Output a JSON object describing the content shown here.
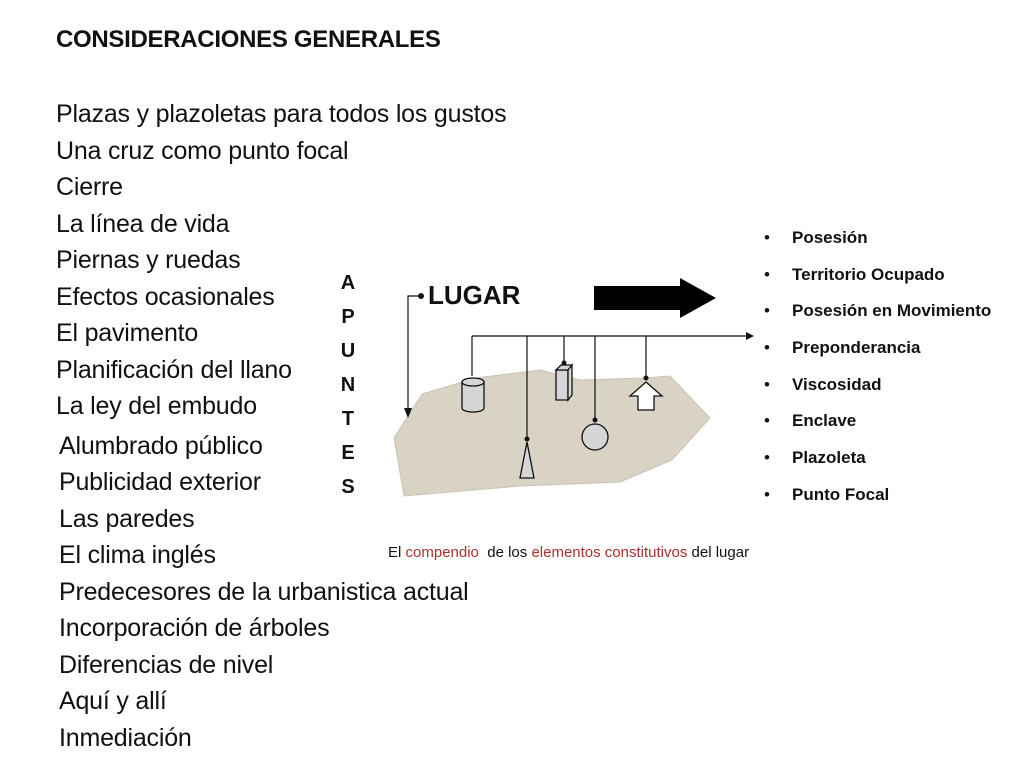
{
  "title": "CONSIDERACIONES GENERALES",
  "topics_upper": [
    "Plazas y plazoletas para todos los gustos",
    "Una cruz como punto focal",
    "Cierre",
    "La línea de vida",
    "Piernas y ruedas",
    "Efectos ocasionales",
    "El pavimento",
    "Planificación del llano",
    "La ley del embudo"
  ],
  "topics_lower": [
    "Alumbrado público",
    "Publicidad exterior",
    "Las paredes",
    "El clima inglés",
    "Predecesores de la urbanistica actual",
    "Incorporación de árboles",
    "Diferencias de nivel",
    "Aquí y allí",
    "Inmediación"
  ],
  "vertical_letters": [
    "A",
    "P",
    "U",
    "N",
    "T",
    "E",
    "S"
  ],
  "diagram": {
    "label": "LUGAR",
    "colors": {
      "ground": "#d8d3c4",
      "ground_stroke": "#c9c3b1",
      "ink": "#111111",
      "object_fill": "#d6d6d6"
    }
  },
  "bullets": [
    "Posesión",
    "Territorio Ocupado",
    "Posesión en Movimiento",
    "Preponderancia",
    "Viscosidad",
    "Enclave",
    "Plazoleta",
    "Punto Focal"
  ],
  "caption": {
    "part1": "El ",
    "highlight1": "compendio",
    "part2": "  de los ",
    "highlight2": "elementos constitutivos",
    "part3": " del lugar",
    "highlight_color": "#a8322e"
  }
}
